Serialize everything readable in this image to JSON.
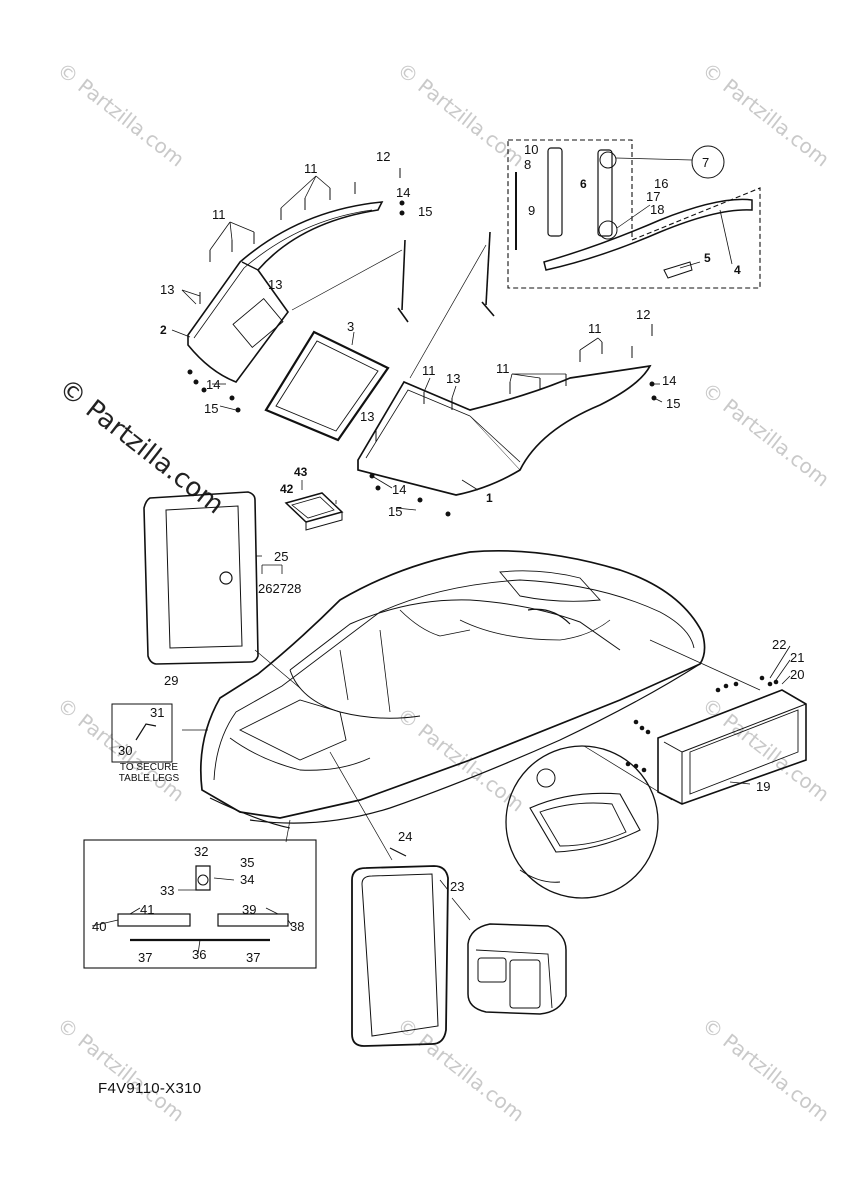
{
  "watermark": "© Partzilla.com",
  "diagram_code": "F4V9110-X310",
  "note": "TO SECURE TABLE LEGS",
  "labels": {
    "l1": "1",
    "l2": "2",
    "l3": "3",
    "l4": "4",
    "l5": "5",
    "l6": "6",
    "l7": "7",
    "l8": "8",
    "l9": "9",
    "l10": "10",
    "l11a": "11",
    "l11b": "11",
    "l11c": "11",
    "l11d": "11",
    "l11e": "11",
    "l12a": "12",
    "l12b": "12",
    "l13a": "13",
    "l13b": "13",
    "l13c": "13",
    "l13d": "13",
    "l14a": "14",
    "l14b": "14",
    "l14c": "14",
    "l14d": "14",
    "l15a": "15",
    "l15b": "15",
    "l15c": "15",
    "l15d": "15",
    "l16": "16",
    "l17": "17",
    "l18": "18",
    "l19": "19",
    "l20": "20",
    "l21": "21",
    "l22": "22",
    "l23": "23",
    "l24": "24",
    "l25": "25",
    "l262728": "262728",
    "l29": "29",
    "l30": "30",
    "l31": "31",
    "l32": "32",
    "l33": "33",
    "l34": "34",
    "l35": "35",
    "l36": "36",
    "l37a": "37",
    "l37b": "37",
    "l38": "38",
    "l39": "39",
    "l40": "40",
    "l41": "41",
    "l42": "42",
    "l43": "43"
  }
}
